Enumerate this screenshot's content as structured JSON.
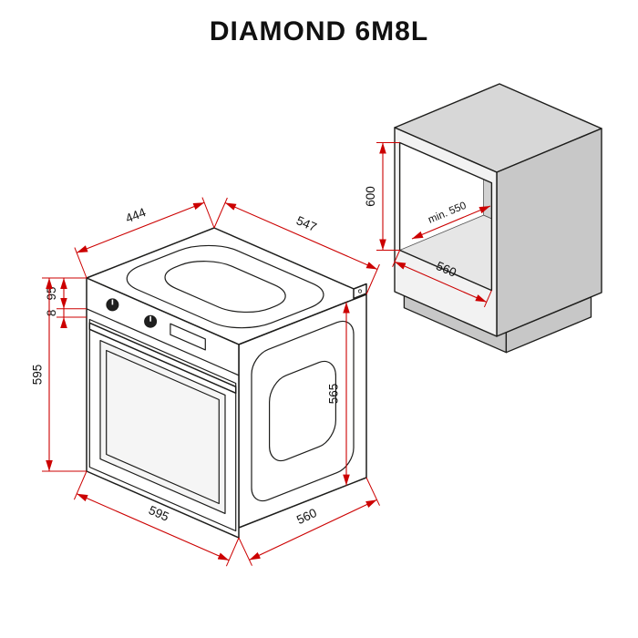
{
  "title": "DIAMOND 6M8L",
  "colors": {
    "line": "#1d1d1b",
    "dim": "#cc0000",
    "text": "#111111",
    "cabinet-top": "#d7d7d7",
    "cabinet-side": "#c8c8c8",
    "cabinet-front": "#f2f2f2"
  },
  "oven": {
    "dim_top_depth": "444",
    "dim_top_width": "547",
    "dim_panel_height": "95",
    "dim_front_gap": "8",
    "dim_height": "595",
    "dim_width": "595",
    "dim_depth": "560",
    "dim_body_height": "565"
  },
  "cabinet": {
    "dim_niche_height": "600",
    "dim_min_depth": "min. 550",
    "dim_niche_width": "560"
  }
}
